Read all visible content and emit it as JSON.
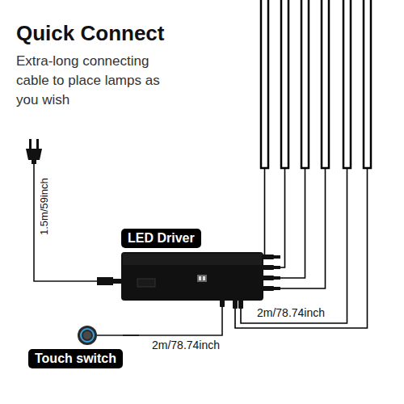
{
  "diagram": {
    "title": "Quick Connect",
    "nodes": [
      {
        "text": [
          "LED Driver"
        ]
      },
      {
        "text": [
          "Touch switch"
        ]
      }
    ],
    "edges": [
      {
        "from": 1,
        "to": 0,
        "label": "2m/78.74inch",
        "arrow": "none"
      }
    ],
    "labels": [
      "Extra-long connecting cable to place lamps as you wish",
      "1.5m/59inch",
      "2m/78.74inch"
    ]
  }
}
